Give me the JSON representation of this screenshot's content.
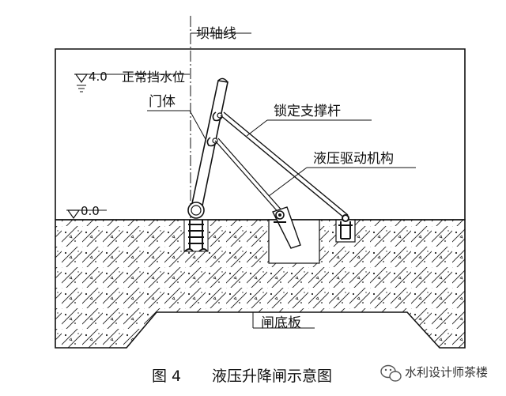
{
  "labels": {
    "dam_axis": "坝轴线",
    "normal_level_value": "4.0",
    "normal_level_text": "正常挡水位",
    "ground_level": "0.0",
    "gate_body": "门体",
    "lock_strut": "锁定支撑杆",
    "hydraulic_drive": "液压驱动机构",
    "bottom_slab": "闸底板"
  },
  "caption": {
    "figure_no": "图 4",
    "title": "液压升降闸示意图"
  },
  "watermark": {
    "text": "水利设计师茶楼",
    "icon": "wechat-icon"
  }
}
